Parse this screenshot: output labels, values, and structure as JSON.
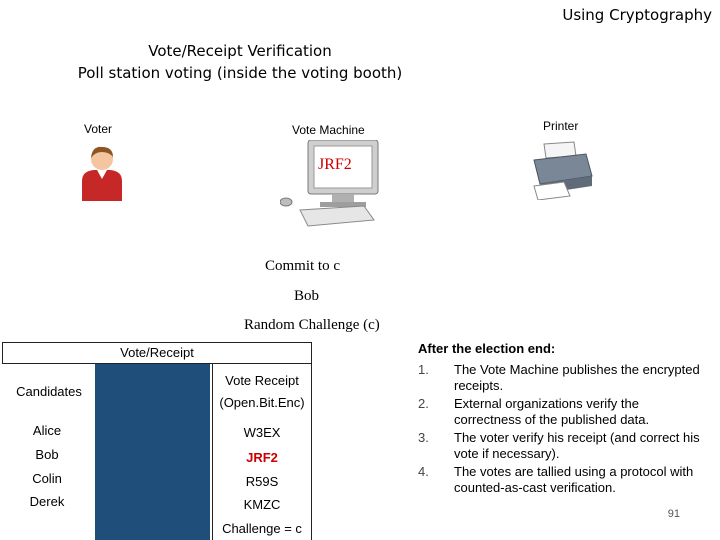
{
  "header": {
    "title": "Using Cryptography"
  },
  "slide": {
    "title_line1": "Vote/Receipt Verification",
    "title_line2": "Poll station voting (inside the voting booth)"
  },
  "diagram": {
    "voter_label": "Voter",
    "machine_label": "Vote Machine",
    "printer_label": "Printer",
    "screen_text": "JRF2",
    "commit_text": "Commit to c",
    "bob_text": "Bob",
    "challenge_text": "Random Challenge (c)"
  },
  "receipt_table": {
    "header": "Vote/Receipt",
    "candidates_label": "Candidates",
    "receipt_col_line1": "Vote Receipt",
    "receipt_col_line2": "(Open.Bit.Enc)",
    "rows": [
      {
        "candidate": "Alice",
        "receipt": "W3EX"
      },
      {
        "candidate": "Bob",
        "receipt": "JRF2"
      },
      {
        "candidate": "Colin",
        "receipt": "R59S"
      },
      {
        "candidate": "Derek",
        "receipt": "KMZC"
      }
    ],
    "footer": "Challenge = c",
    "highlight_color": "#cc0000",
    "blue_color": "#1f4e7a"
  },
  "after_election": {
    "title": "After the election end:",
    "steps": [
      {
        "num": "1.",
        "text": "The Vote Machine publishes the encrypted receipts."
      },
      {
        "num": "2.",
        "text": "External organizations verify the correctness of the published data."
      },
      {
        "num": "3.",
        "text": "The voter verify his receipt (and correct his vote if necessary)."
      },
      {
        "num": "4.",
        "text": "The votes are tallied using a protocol with counted-as-cast verification."
      }
    ]
  },
  "page_number": "91"
}
